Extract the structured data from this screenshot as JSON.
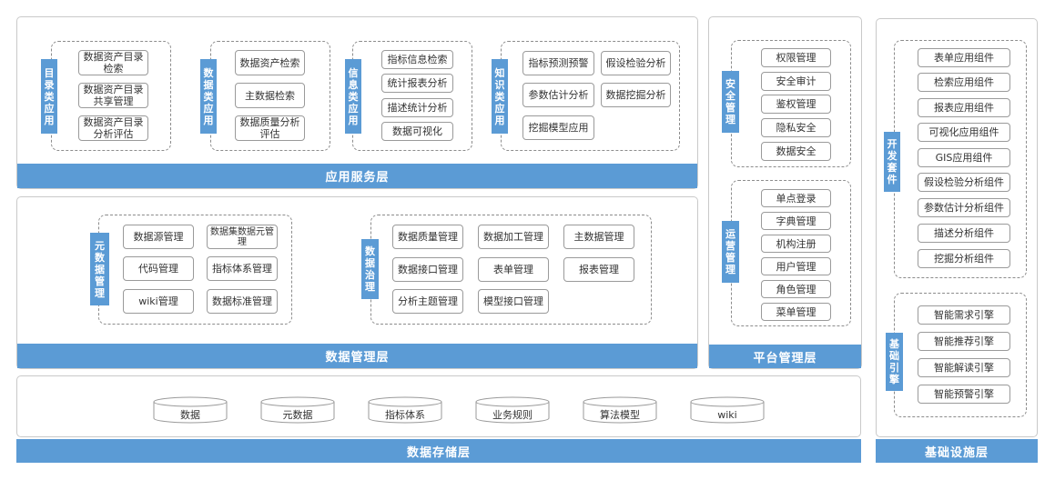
{
  "app_service": {
    "bar": "应用服务层",
    "catalog": {
      "label": "目录类应用",
      "items": [
        "数据资产目录检索",
        "数据资产目录共享管理",
        "数据资产目录分析评估"
      ]
    },
    "data": {
      "label": "数据类应用",
      "items": [
        "数据资产检索",
        "主数据检索",
        "数据质量分析评估"
      ]
    },
    "info": {
      "label": "信息类应用",
      "items": [
        "指标信息检索",
        "统计报表分析",
        "描述统计分析",
        "数据可视化"
      ]
    },
    "knowledge": {
      "label": "知识类应用",
      "items": [
        "指标预测预警",
        "假设检验分析",
        "参数估计分析",
        "数据挖掘分析",
        "挖掘模型应用"
      ]
    }
  },
  "data_mgmt": {
    "bar": "数据管理层",
    "meta": {
      "label": "元数据管理",
      "items": [
        "数据源管理",
        "数据集数据元管理",
        "代码管理",
        "指标体系管理",
        "wiki管理",
        "数据标准管理"
      ]
    },
    "governance": {
      "label": "数据治理",
      "items": [
        "数据质量管理",
        "数据加工管理",
        "主数据管理",
        "数据接口管理",
        "表单管理",
        "报表管理",
        "分析主题管理",
        "模型接口管理"
      ]
    }
  },
  "storage": {
    "bar": "数据存储层",
    "items": [
      "数据",
      "元数据",
      "指标体系",
      "业务规则",
      "算法模型",
      "wiki"
    ]
  },
  "platform": {
    "bar": "平台管理层",
    "security": {
      "label": "安全管理",
      "items": [
        "权限管理",
        "安全审计",
        "鉴权管理",
        "隐私安全",
        "数据安全"
      ]
    },
    "ops": {
      "label": "运营管理",
      "items": [
        "单点登录",
        "字典管理",
        "机构注册",
        "用户管理",
        "角色管理",
        "菜单管理"
      ]
    }
  },
  "infra": {
    "bar": "基础设施层",
    "devkit": {
      "label": "开发套件",
      "items": [
        "表单应用组件",
        "检索应用组件",
        "报表应用组件",
        "可视化应用组件",
        "GIS应用组件",
        "假设检验分析组件",
        "参数估计分析组件",
        "描述分析组件",
        "挖掘分析组件"
      ]
    },
    "engine": {
      "label": "基础引擎",
      "items": [
        "智能需求引擎",
        "智能推荐引擎",
        "智能解读引擎",
        "智能预警引擎"
      ]
    }
  },
  "colors": {
    "accent": "#5b9bd5",
    "border": "#c9c9c9",
    "dashed": "#8c8c8c"
  }
}
